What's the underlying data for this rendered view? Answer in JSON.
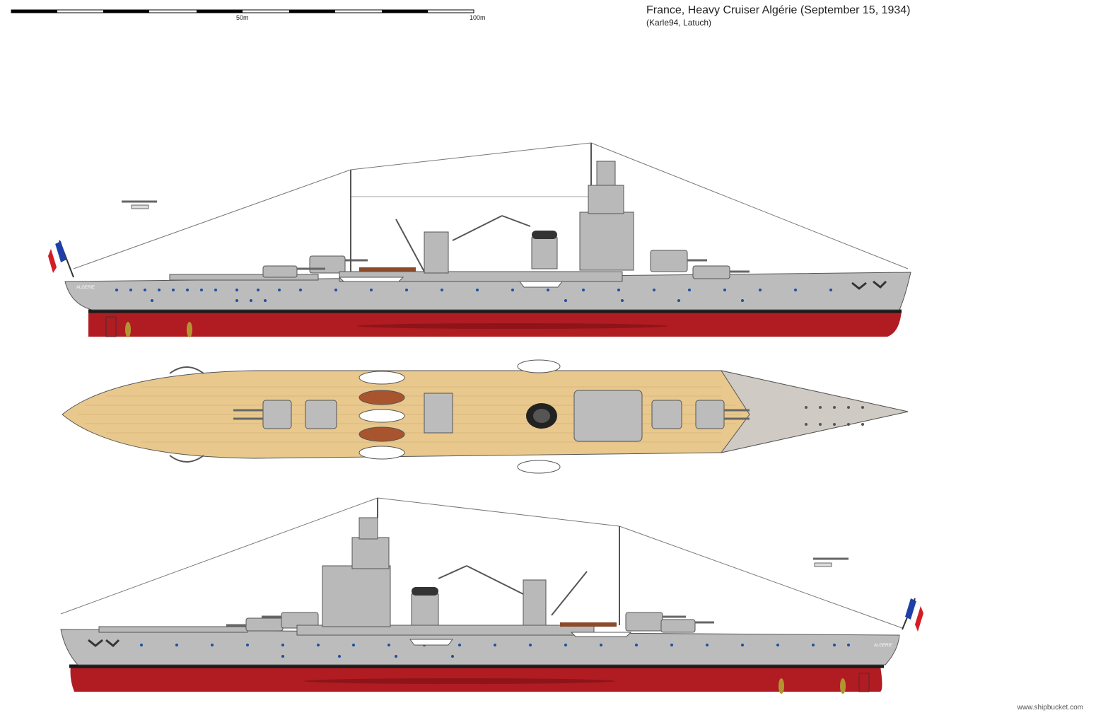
{
  "header": {
    "title": "France, Heavy Cruiser Algérie (September 15, 1934)",
    "credit": "(Karle94, Latuch)"
  },
  "scale_bar": {
    "label_mid": "50m",
    "label_end": "100m"
  },
  "ship": {
    "hull_name": "ALGERIE",
    "colors": {
      "hull_grey": "#bcbcbc",
      "waterline_red": "#b01c22",
      "boot_top": "#1a1a1a",
      "deck_wood": "#e8c88c",
      "deck_grey": "#cfcac4",
      "porthole_blue": "#1f4fa0"
    }
  },
  "flag": {
    "colors": [
      "#1f3fa8",
      "#ffffff",
      "#d41c24"
    ]
  },
  "footer": {
    "watermark": "www.shipbucket.com"
  }
}
